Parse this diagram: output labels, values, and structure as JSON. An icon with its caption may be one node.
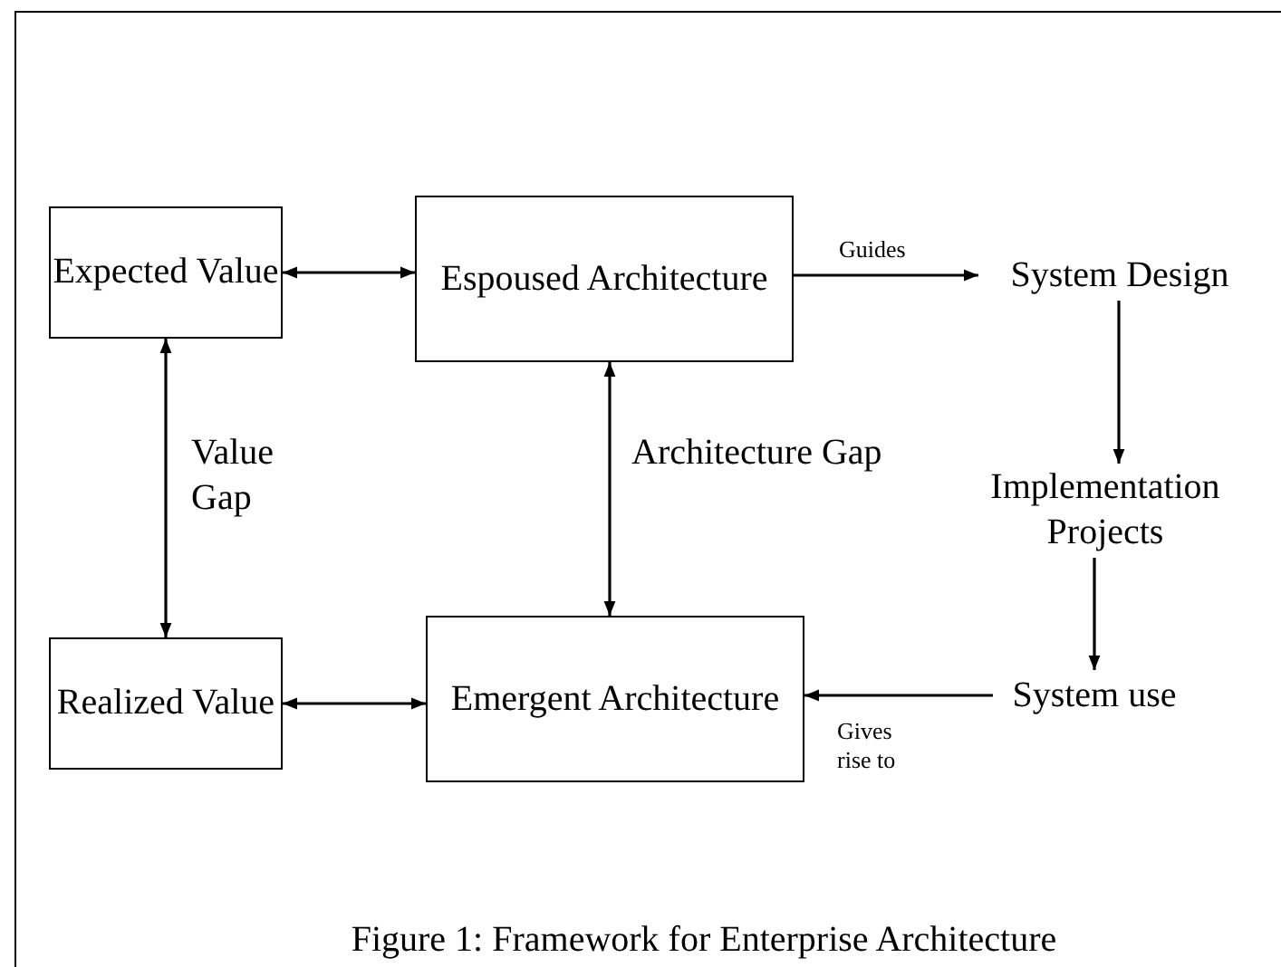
{
  "diagram": {
    "caption": "Figure 1: Framework for Enterprise Architecture",
    "nodes": [
      {
        "text": [
          "Expected Value"
        ]
      },
      {
        "text": [
          "Espoused Architecture"
        ]
      },
      {
        "text": [
          "System Design"
        ]
      },
      {
        "text": [
          "Implementation Projects"
        ]
      },
      {
        "text": [
          "Realized Value"
        ]
      },
      {
        "text": [
          "Emergent Architecture"
        ]
      },
      {
        "text": [
          "System use"
        ]
      }
    ],
    "edges": [
      {
        "from": 0,
        "to": 1,
        "arrow": "both"
      },
      {
        "from": 1,
        "to": 2,
        "arrow": "to",
        "label": "Guides"
      },
      {
        "from": 2,
        "to": 3,
        "arrow": "to"
      },
      {
        "from": 3,
        "to": 6,
        "arrow": "to"
      },
      {
        "from": 6,
        "to": 5,
        "arrow": "to",
        "label": "Gives rise to"
      },
      {
        "from": 4,
        "to": 5,
        "arrow": "both"
      },
      {
        "from": 0,
        "to": 4,
        "arrow": "both",
        "label": "Value Gap"
      },
      {
        "from": 1,
        "to": 5,
        "arrow": "both",
        "label": "Architecture Gap"
      }
    ]
  }
}
